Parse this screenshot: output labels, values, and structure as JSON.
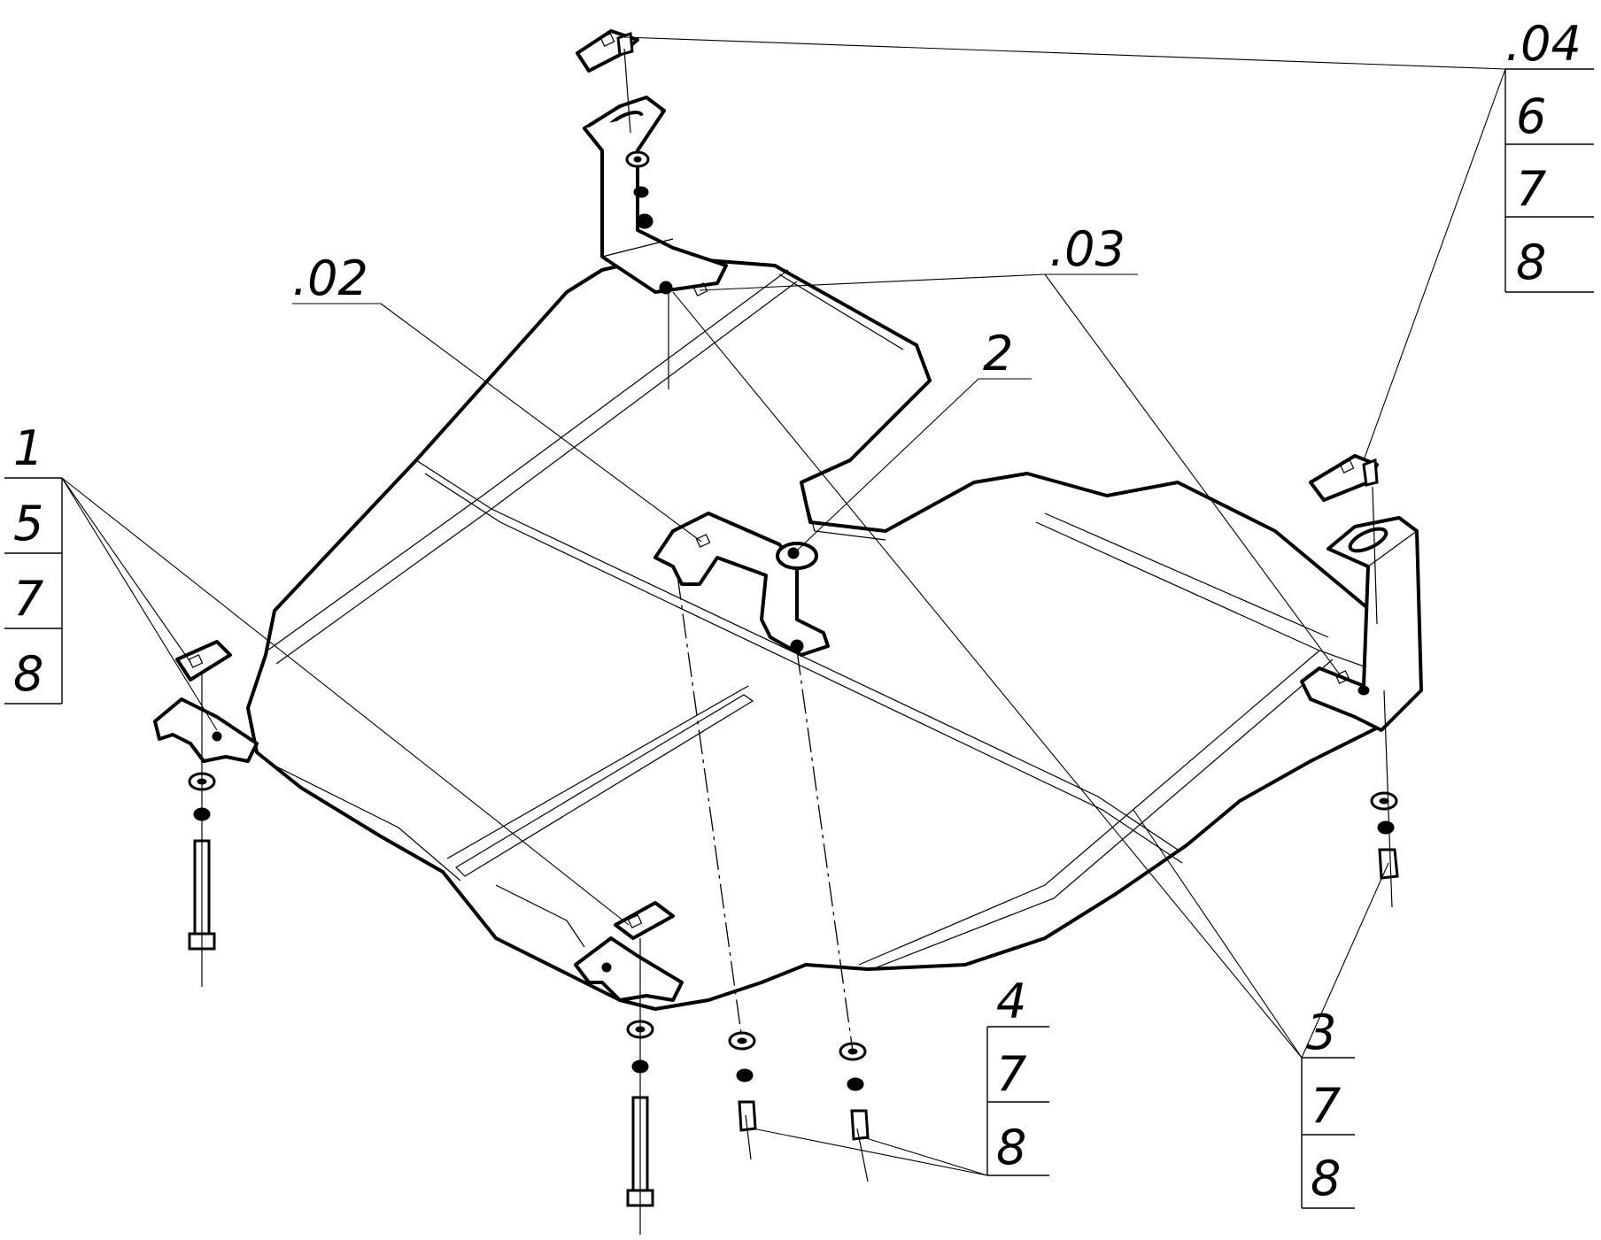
{
  "callouts": {
    "c1": [
      "1",
      "5",
      "7",
      "8"
    ],
    "c04": [
      ".04",
      "6",
      "7",
      "8"
    ],
    "c02": ".02",
    "c03": ".03",
    "c2": "2",
    "c4": [
      "4",
      "7",
      "8"
    ],
    "c3": [
      "3",
      "7",
      "8"
    ]
  }
}
